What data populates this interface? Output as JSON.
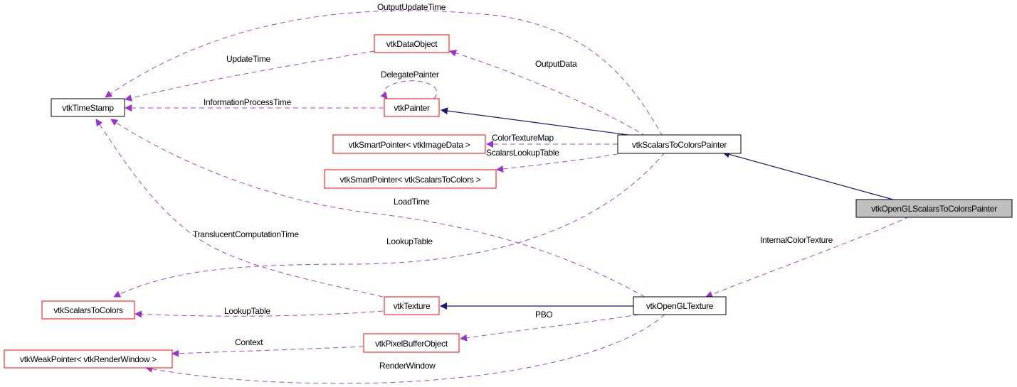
{
  "diagram": {
    "title": "vtkOpenGLScalarsToColorsPainter collaboration graph",
    "colors": {
      "usage_edge": "#9a32cd",
      "inheritance_edge": "#191970",
      "undocumented_border": "#ff0000",
      "documented_border": "#000000",
      "focus_fill": "#bfbfbf"
    },
    "nodes": [
      {
        "id": "timestamp",
        "label": "vtkTimeStamp",
        "kind": "documented"
      },
      {
        "id": "dataobject",
        "label": "vtkDataObject",
        "kind": "undocumented"
      },
      {
        "id": "painter",
        "label": "vtkPainter",
        "kind": "undocumented"
      },
      {
        "id": "sp_imagedata",
        "label": "vtkSmartPointer< vtkImageData >",
        "kind": "undocumented"
      },
      {
        "id": "sp_scalars",
        "label": "vtkSmartPointer< vtkScalarsToColors >",
        "kind": "undocumented"
      },
      {
        "id": "s2cpainter",
        "label": "vtkScalarsToColorsPainter",
        "kind": "documented"
      },
      {
        "id": "focus",
        "label": "vtkOpenGLScalarsToColorsPainter",
        "kind": "focus"
      },
      {
        "id": "scalars2colors",
        "label": "vtkScalarsToColors",
        "kind": "undocumented"
      },
      {
        "id": "texture",
        "label": "vtkTexture",
        "kind": "undocumented"
      },
      {
        "id": "ogltexture",
        "label": "vtkOpenGLTexture",
        "kind": "documented"
      },
      {
        "id": "pbo",
        "label": "vtkPixelBufferObject",
        "kind": "undocumented"
      },
      {
        "id": "weakptr",
        "label": "vtkWeakPointer< vtkRenderWindow >",
        "kind": "undocumented"
      }
    ],
    "edges": [
      {
        "from": "s2cpainter",
        "to": "timestamp",
        "label": "OutputUpdateTime",
        "type": "usage"
      },
      {
        "from": "dataobject",
        "to": "timestamp",
        "label": "UpdateTime",
        "type": "usage"
      },
      {
        "from": "painter",
        "to": "timestamp",
        "label": "InformationProcessTime",
        "type": "usage"
      },
      {
        "from": "painter",
        "to": "painter",
        "label": "DelegatePainter",
        "type": "usage"
      },
      {
        "from": "s2cpainter",
        "to": "dataobject",
        "label": "OutputData",
        "type": "usage"
      },
      {
        "from": "s2cpainter",
        "to": "painter",
        "label": "",
        "type": "inheritance"
      },
      {
        "from": "s2cpainter",
        "to": "sp_imagedata",
        "label": "ColorTextureMap",
        "type": "usage"
      },
      {
        "from": "s2cpainter",
        "to": "sp_scalars",
        "label": "ScalarsLookupTable",
        "type": "usage"
      },
      {
        "from": "ogltexture",
        "to": "timestamp",
        "label": "LoadTime",
        "type": "usage"
      },
      {
        "from": "texture",
        "to": "timestamp",
        "label": "TranslucentComputationTime",
        "type": "usage"
      },
      {
        "from": "s2cpainter",
        "to": "scalars2colors",
        "label": "LookupTable",
        "type": "usage"
      },
      {
        "from": "texture",
        "to": "scalars2colors",
        "label": "LookupTable",
        "type": "usage"
      },
      {
        "from": "focus",
        "to": "s2cpainter",
        "label": "",
        "type": "inheritance"
      },
      {
        "from": "focus",
        "to": "ogltexture",
        "label": "InternalColorTexture",
        "type": "usage"
      },
      {
        "from": "ogltexture",
        "to": "texture",
        "label": "",
        "type": "inheritance"
      },
      {
        "from": "ogltexture",
        "to": "pbo",
        "label": "PBO",
        "type": "usage"
      },
      {
        "from": "pbo",
        "to": "weakptr",
        "label": "Context",
        "type": "usage"
      },
      {
        "from": "ogltexture",
        "to": "weakptr",
        "label": "RenderWindow",
        "type": "usage"
      }
    ]
  }
}
